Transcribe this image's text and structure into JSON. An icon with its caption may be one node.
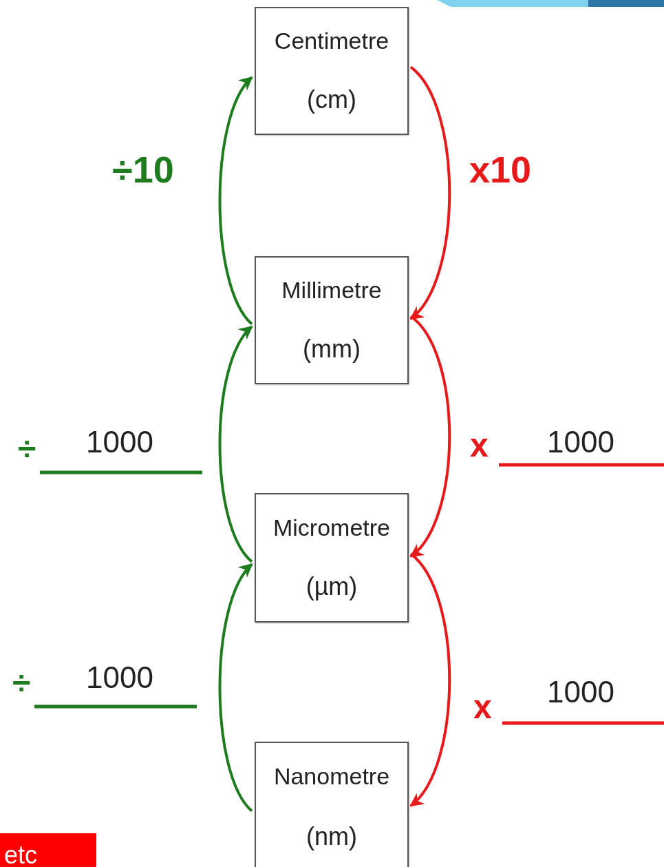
{
  "diagram": {
    "nodes": [
      {
        "text": [
          "Centimetre",
          "(cm)"
        ]
      },
      {
        "text": [
          "Millimetre",
          "(mm)"
        ]
      },
      {
        "text": [
          "Micrometre",
          "(µm)"
        ]
      },
      {
        "text": [
          "Nanometre",
          "(nm)"
        ]
      },
      {
        "text": [
          "etc"
        ]
      }
    ],
    "edges": [
      {
        "from": 1,
        "to": 0,
        "arrow": "to",
        "label": "÷10",
        "color": "#1e7b1e"
      },
      {
        "from": 0,
        "to": 1,
        "arrow": "to",
        "label": "x10",
        "color": "#e8191a"
      },
      {
        "from": 2,
        "to": 1,
        "arrow": "to",
        "color": "#1e7b1e"
      },
      {
        "from": 1,
        "to": 2,
        "arrow": "to",
        "color": "#e8191a"
      },
      {
        "from": 3,
        "to": 2,
        "arrow": "to",
        "color": "#1e7b1e"
      },
      {
        "from": 2,
        "to": 3,
        "arrow": "to",
        "color": "#e8191a"
      }
    ],
    "labels": [
      "÷",
      "1000",
      "x",
      "1000",
      "÷",
      "1000",
      "x",
      "1000"
    ]
  }
}
